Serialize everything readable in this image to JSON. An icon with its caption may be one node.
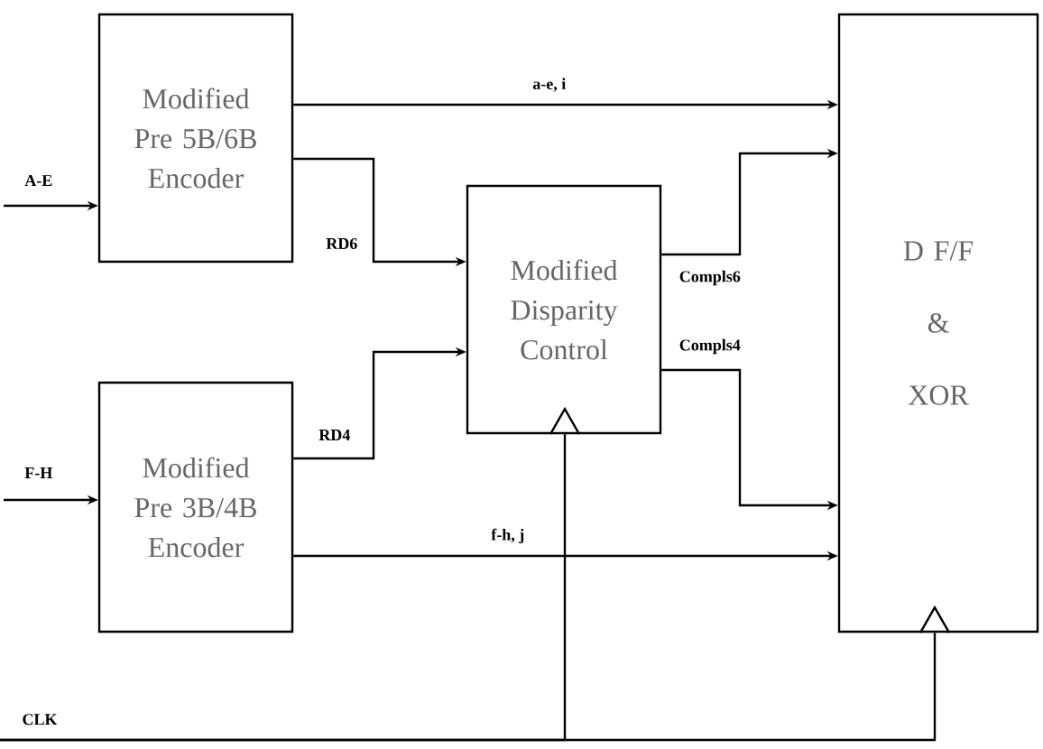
{
  "diagram": {
    "nodes": [
      {
        "text": [
          "Modified Pre 5B/6B Encoder"
        ]
      },
      {
        "text": [
          "Modified Pre 3B/4B Encoder"
        ]
      },
      {
        "text": [
          "Modified Disparity Control"
        ]
      },
      {
        "text": [
          "D F/F & XOR"
        ]
      }
    ],
    "edges": [
      {
        "from": null,
        "to": 0,
        "arrow": "to",
        "label": "A-E"
      },
      {
        "from": null,
        "to": 1,
        "arrow": "to",
        "label": "F-H"
      },
      {
        "from": 0,
        "to": 3,
        "arrow": "to",
        "label": "a-e, i"
      },
      {
        "from": 0,
        "to": 2,
        "arrow": "to",
        "label": "RD6"
      },
      {
        "from": 1,
        "to": 2,
        "arrow": "to",
        "label": "RD4"
      },
      {
        "from": 2,
        "to": 3,
        "arrow": "to",
        "label": "Compls6"
      },
      {
        "from": 2,
        "to": 3,
        "arrow": "to",
        "label": "Compls4"
      },
      {
        "from": 1,
        "to": 3,
        "arrow": "to",
        "label": "f-h, j"
      },
      {
        "from": null,
        "to": 2,
        "arrow": "to",
        "label": "CLK"
      },
      {
        "from": null,
        "to": 3,
        "arrow": "to"
      }
    ]
  }
}
